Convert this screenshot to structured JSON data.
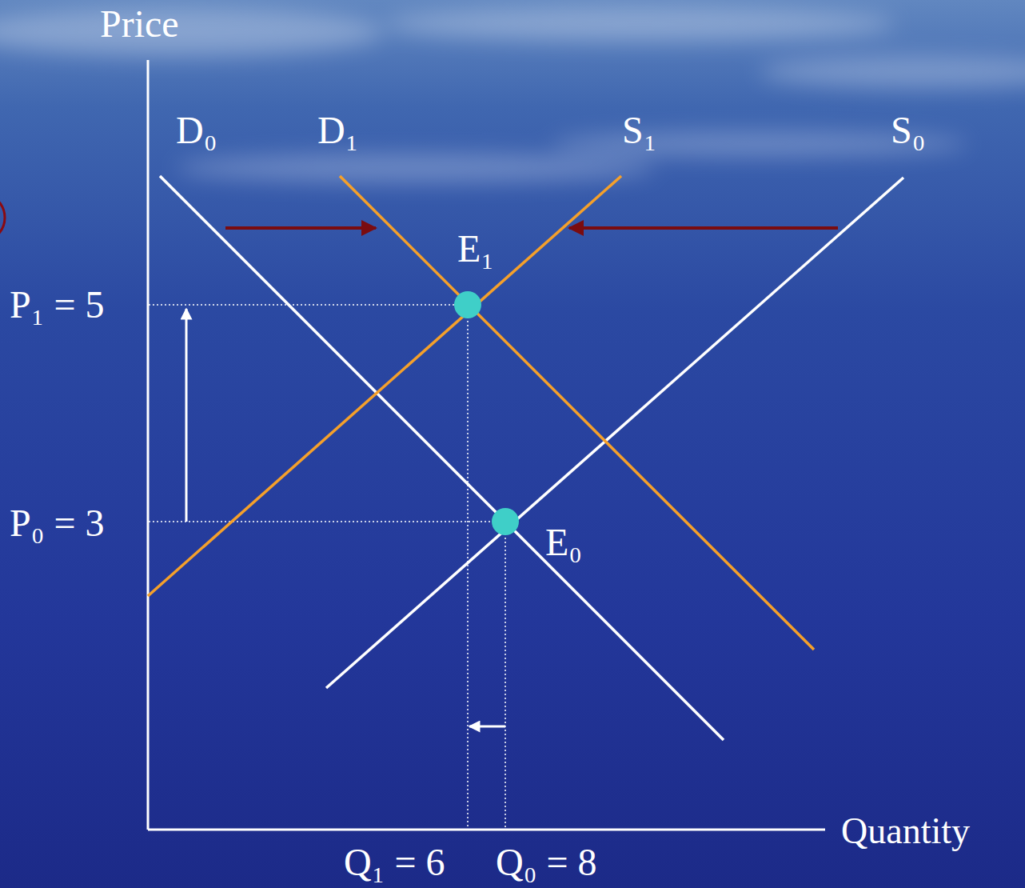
{
  "diagram": {
    "labels": [
      "Price",
      "D₀",
      "D₁",
      "S₁",
      "S₀",
      "E₁",
      "E₀",
      "P₁ = 5",
      "P₀ = 3",
      "Q₁ = 6",
      "Q₀ = 8",
      "Quantity"
    ]
  }
}
